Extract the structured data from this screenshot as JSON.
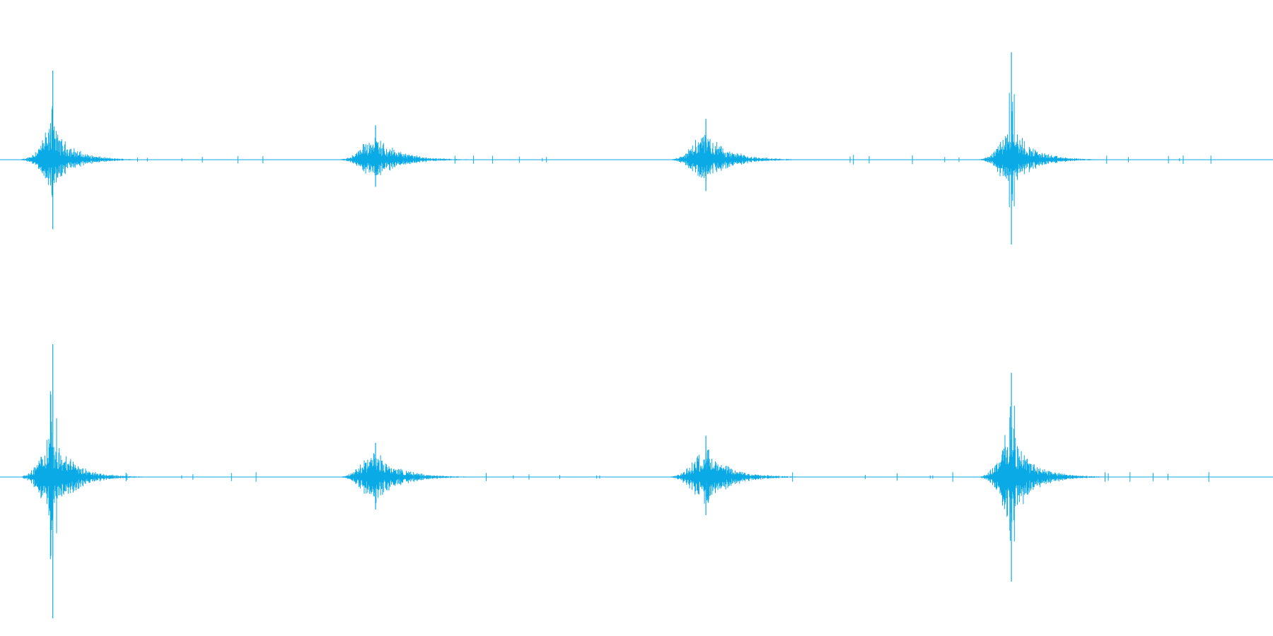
{
  "waveform": {
    "color": "#0aaae6",
    "channels": [
      {
        "name": "channel-1",
        "events": [
          {
            "t": 0.0415,
            "peak_up": 0.83,
            "peak_down": 0.82,
            "body": 0.35,
            "spread": 0.035
          },
          {
            "t": 0.295,
            "peak_up": 0.32,
            "peak_down": 0.32,
            "body": 0.26,
            "spread": 0.04
          },
          {
            "t": 0.5545,
            "peak_up": 0.38,
            "peak_down": 0.37,
            "body": 0.28,
            "spread": 0.04
          },
          {
            "t": 0.7945,
            "peak_up": 1.0,
            "peak_down": 1.0,
            "body": 0.38,
            "spread": 0.035
          }
        ]
      },
      {
        "name": "channel-2",
        "events": [
          {
            "t": 0.0415,
            "peak_up": 0.93,
            "peak_down": 1.0,
            "body": 0.35,
            "spread": 0.035
          },
          {
            "t": 0.295,
            "peak_up": 0.24,
            "peak_down": 0.23,
            "body": 0.2,
            "spread": 0.04
          },
          {
            "t": 0.5545,
            "peak_up": 0.29,
            "peak_down": 0.27,
            "body": 0.22,
            "spread": 0.04
          },
          {
            "t": 0.7945,
            "peak_up": 0.73,
            "peak_down": 0.74,
            "body": 0.36,
            "spread": 0.035
          }
        ]
      }
    ]
  }
}
